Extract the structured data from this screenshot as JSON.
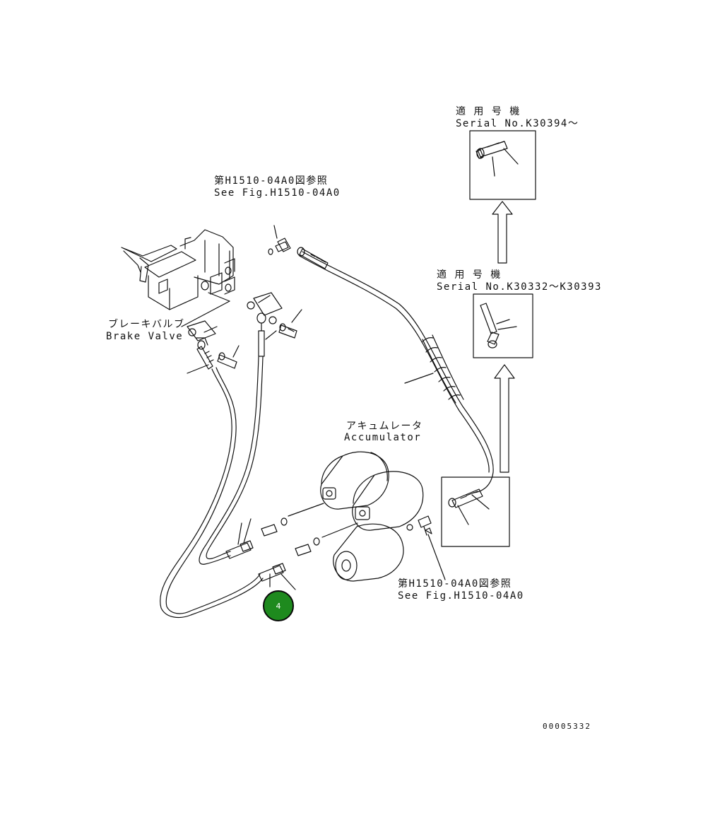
{
  "labels": {
    "serial_group_1_jp": "適 用 号 機",
    "serial_group_1_en": "Serial No.K30394～",
    "serial_group_2_jp": "適 用 号 機",
    "serial_group_2_en": "Serial No.K30332～K30393",
    "ref_top_jp": "第H1510-04A0図参照",
    "ref_top_en": "See Fig.H1510-04A0",
    "ref_bottom_jp": "第H1510-04A0図参照",
    "ref_bottom_en": "See Fig.H1510-04A0",
    "brake_valve_jp": "ブレーキバルブ",
    "brake_valve_en": "Brake Valve",
    "accumulator_jp": "アキュムレータ",
    "accumulator_en": "Accumulator",
    "drawing_number": "00005332"
  },
  "callouts": [
    {
      "number": "4",
      "color": "#1e8a1e"
    }
  ]
}
